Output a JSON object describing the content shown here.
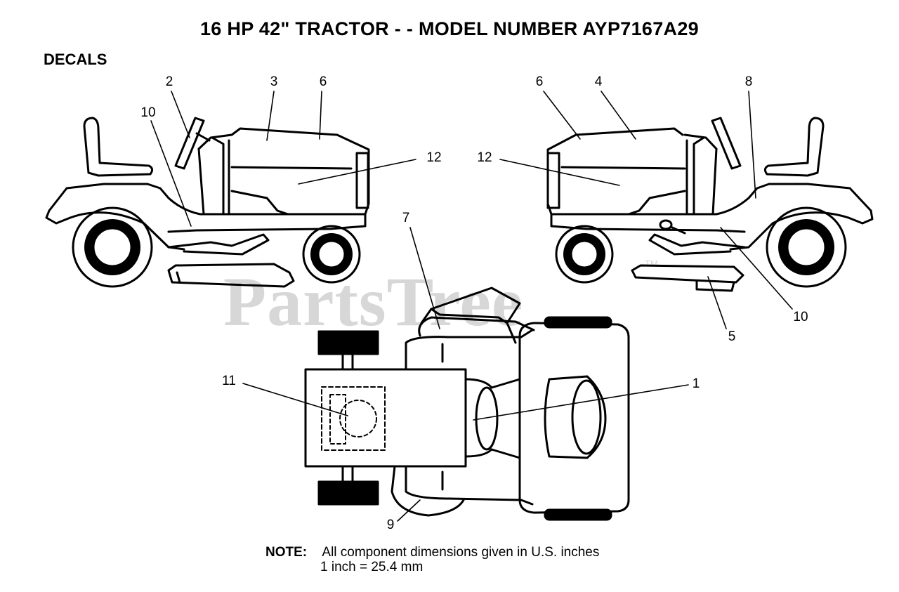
{
  "header": {
    "title": "16 HP 42\" TRACTOR - - MODEL NUMBER AYP7167A29",
    "section": "DECALS"
  },
  "watermark": {
    "text": "PartsTree",
    "mark": "TM"
  },
  "callouts": {
    "left_view": [
      "2",
      "3",
      "6",
      "10",
      "12"
    ],
    "right_view": [
      "6",
      "4",
      "8",
      "12",
      "10",
      "5"
    ],
    "top_view": [
      "7",
      "11",
      "1",
      "9"
    ]
  },
  "note": {
    "label": "NOTE:",
    "line1": "All component dimensions given in U.S. inches",
    "line2": "1 inch = 25.4 mm"
  }
}
